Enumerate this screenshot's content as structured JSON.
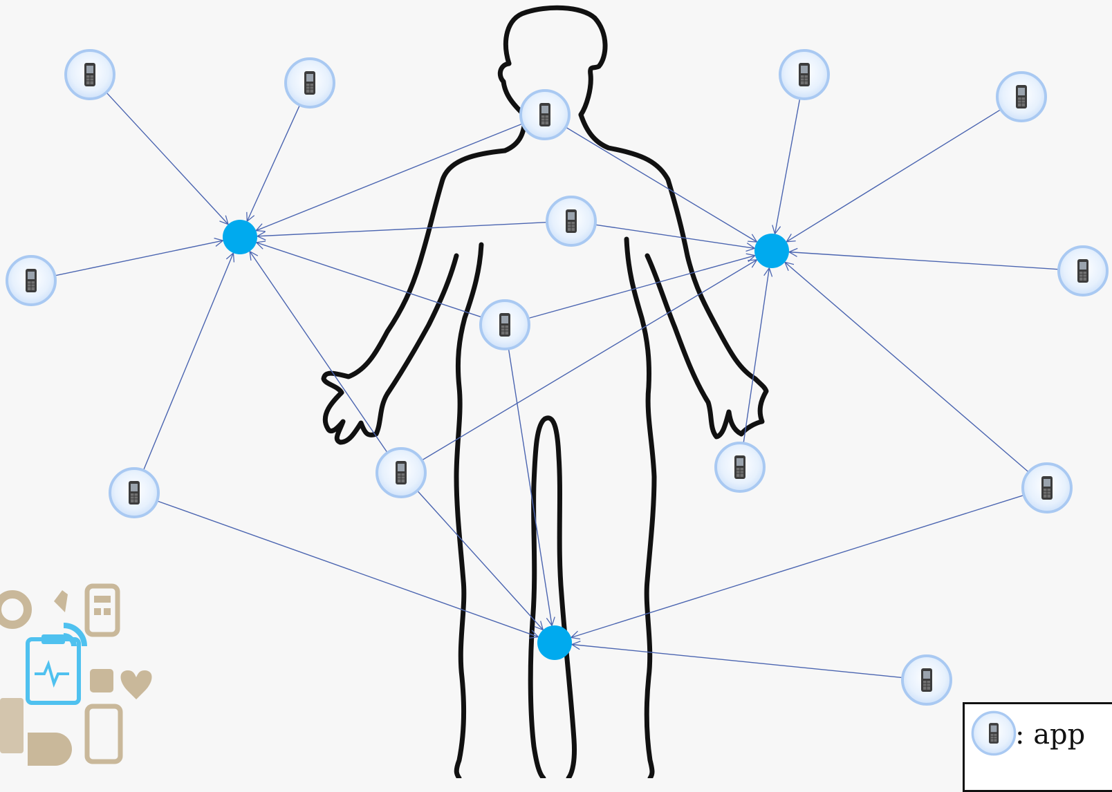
{
  "diagram": {
    "colors": {
      "background": "#f7f7f7",
      "hub": "#00aaee",
      "edge": "#4a64b0",
      "body_outline": "#111111",
      "app_ring": "#a9c9f2",
      "app_fill": "#e7f1fd",
      "decor_tan": "#c9b89a",
      "decor_blue": "#4fc1ef"
    },
    "node_icon": "mobile-phone-icon",
    "hub_icon": "filled-circle",
    "background_image": "human-body-outline"
  },
  "legend": {
    "icon": "mobile-phone-icon",
    "label": ": app"
  }
}
